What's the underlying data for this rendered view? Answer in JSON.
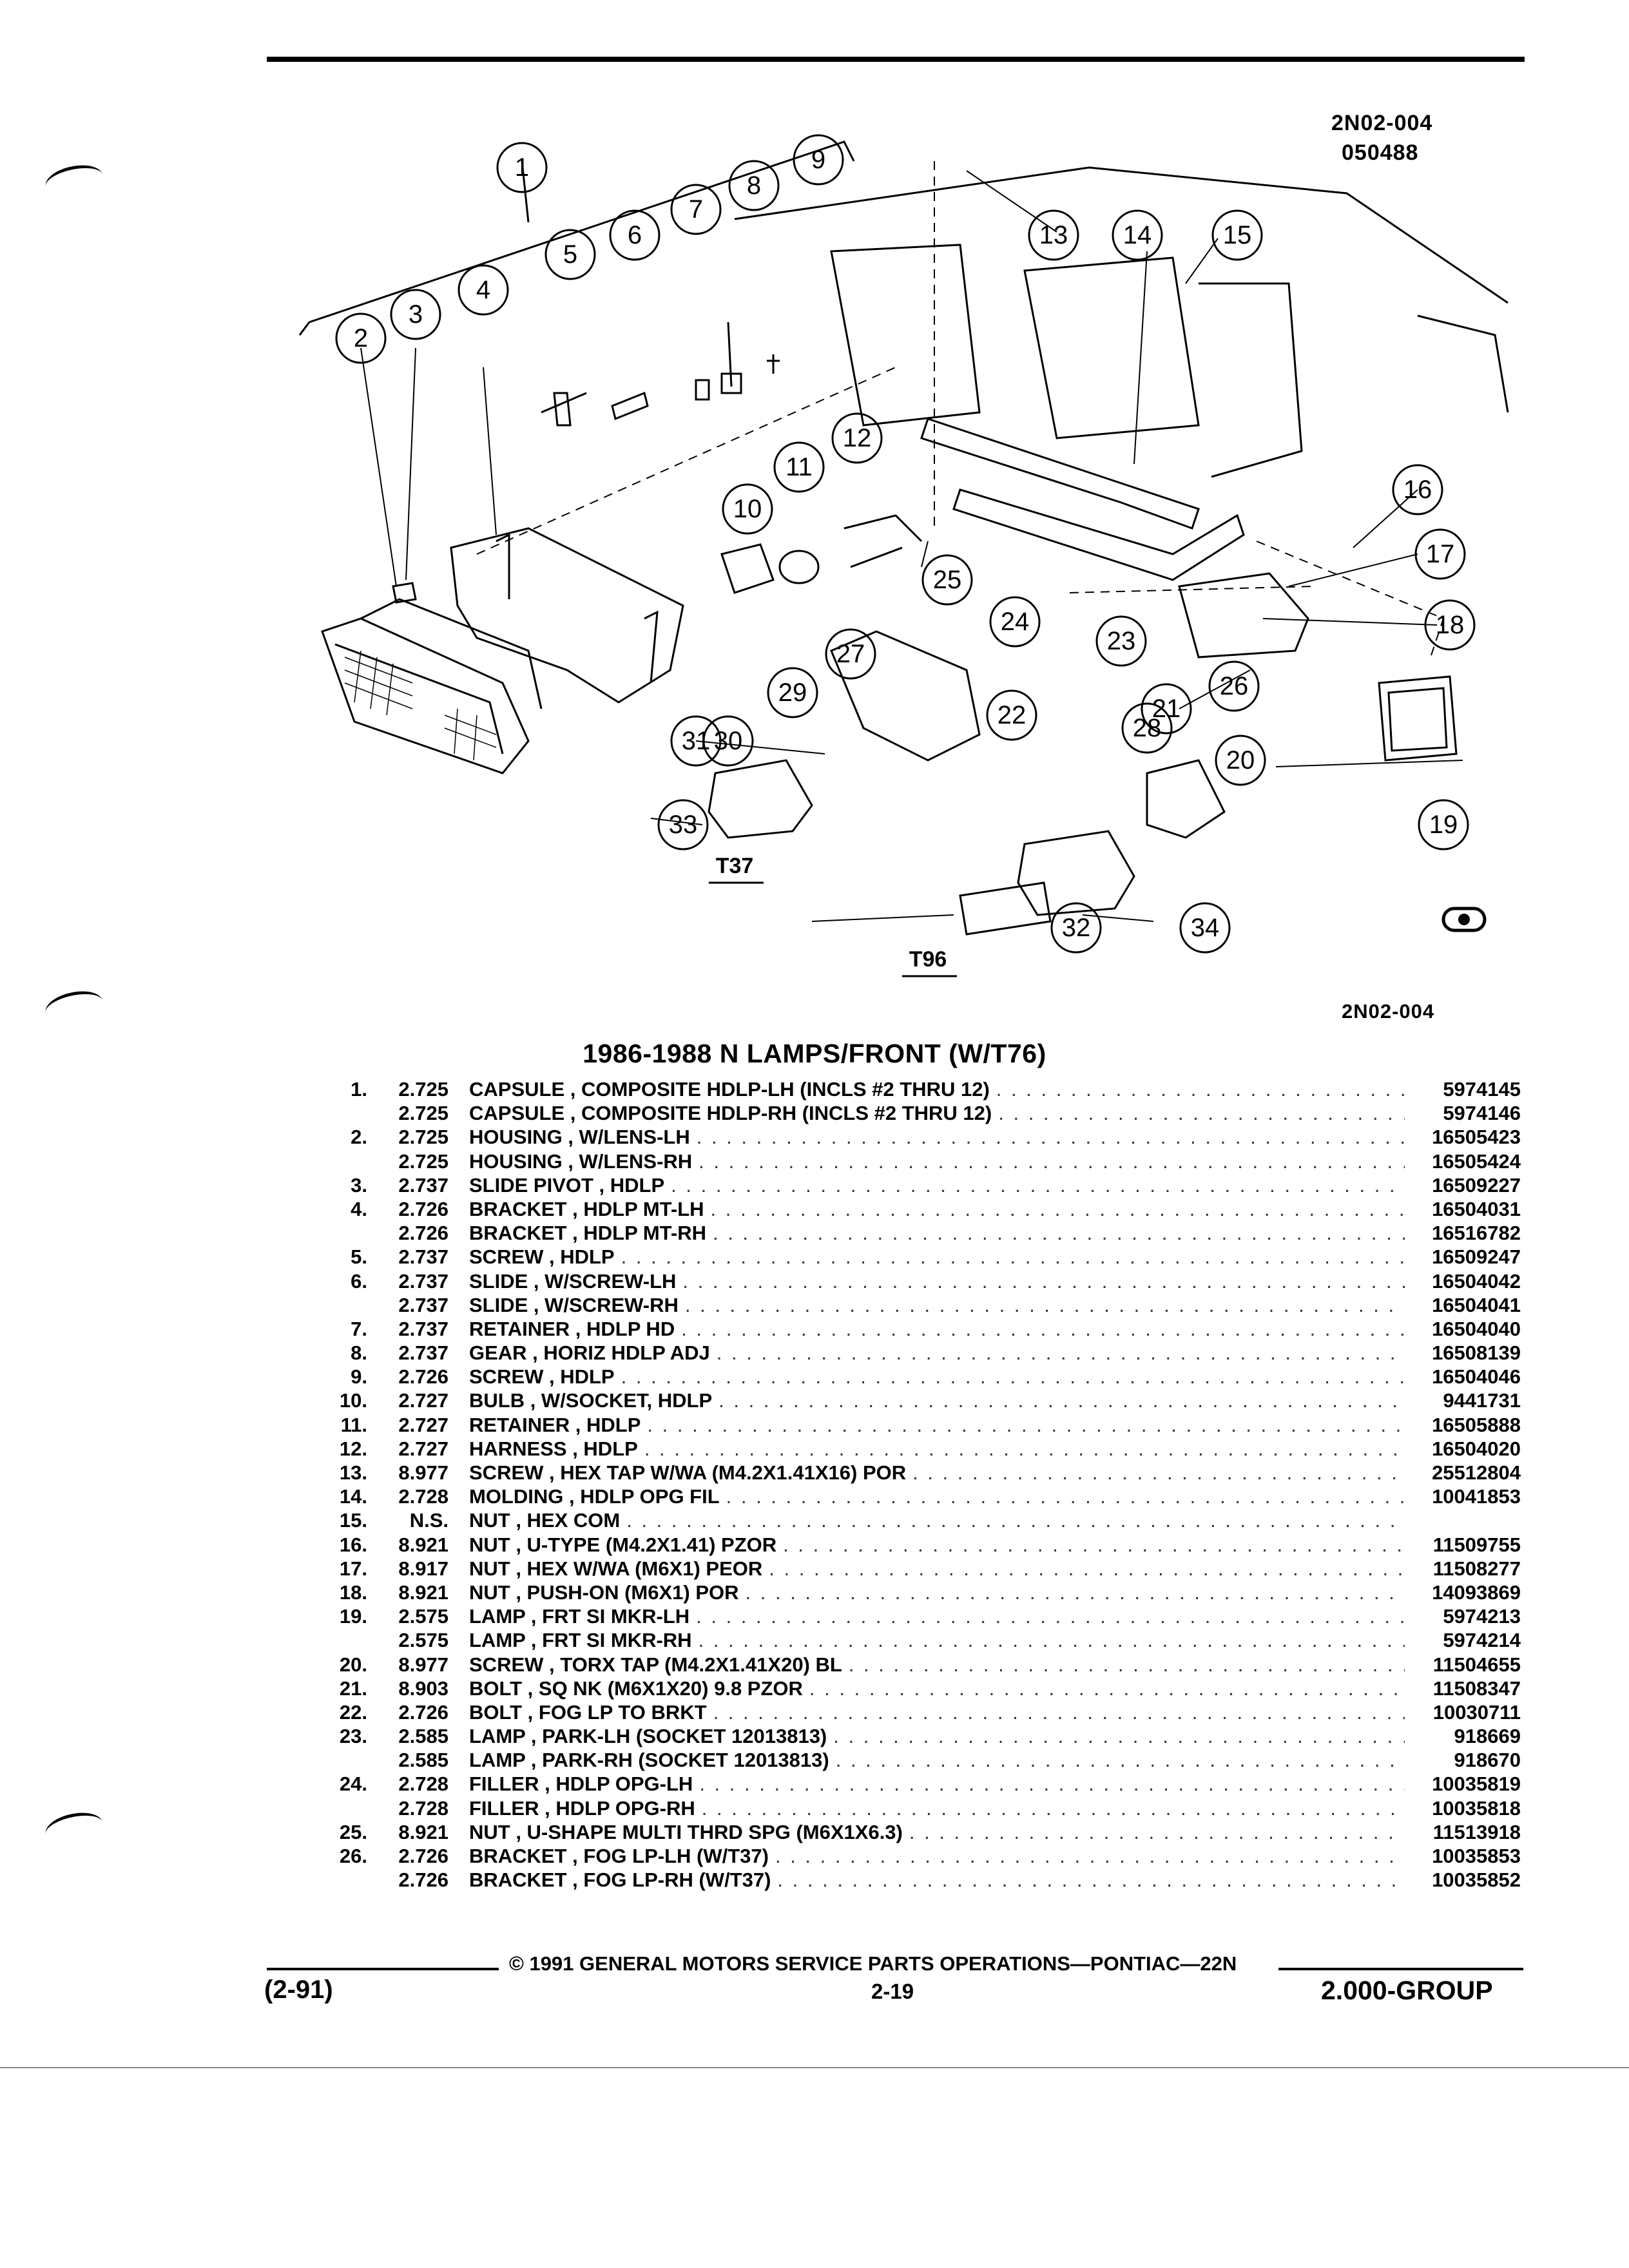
{
  "header": {
    "ref_code_top_1": "2N02-004",
    "ref_code_top_2": "050488",
    "ref_code_bottom": "2N02-004"
  },
  "diagram": {
    "callouts": [
      "1",
      "2",
      "3",
      "4",
      "5",
      "6",
      "7",
      "8",
      "9",
      "10",
      "11",
      "12",
      "13",
      "14",
      "15",
      "16",
      "17",
      "18",
      "19",
      "20",
      "21",
      "22",
      "23",
      "24",
      "25",
      "26",
      "27",
      "28",
      "29",
      "30",
      "31",
      "32",
      "33",
      "34"
    ],
    "option_labels": [
      "T37",
      "T96"
    ]
  },
  "section_title": "1986-1988 N LAMPS/FRONT (W/T76)",
  "parts": [
    {
      "num": "1.",
      "grp": "2.725",
      "desc": "CAPSULE , COMPOSITE HDLP-LH (INCLS #2 THRU 12)",
      "pn": "5974145"
    },
    {
      "num": "",
      "grp": "2.725",
      "desc": "CAPSULE , COMPOSITE HDLP-RH (INCLS #2 THRU 12)",
      "pn": "5974146"
    },
    {
      "num": "2.",
      "grp": "2.725",
      "desc": "HOUSING , W/LENS-LH",
      "pn": "16505423"
    },
    {
      "num": "",
      "grp": "2.725",
      "desc": "HOUSING , W/LENS-RH",
      "pn": "16505424"
    },
    {
      "num": "3.",
      "grp": "2.737",
      "desc": "SLIDE PIVOT , HDLP",
      "pn": "16509227"
    },
    {
      "num": "4.",
      "grp": "2.726",
      "desc": "BRACKET , HDLP MT-LH",
      "pn": "16504031"
    },
    {
      "num": "",
      "grp": "2.726",
      "desc": "BRACKET , HDLP MT-RH",
      "pn": "16516782"
    },
    {
      "num": "5.",
      "grp": "2.737",
      "desc": "SCREW , HDLP",
      "pn": "16509247"
    },
    {
      "num": "6.",
      "grp": "2.737",
      "desc": "SLIDE , W/SCREW-LH",
      "pn": "16504042"
    },
    {
      "num": "",
      "grp": "2.737",
      "desc": "SLIDE , W/SCREW-RH",
      "pn": "16504041"
    },
    {
      "num": "7.",
      "grp": "2.737",
      "desc": "RETAINER , HDLP HD",
      "pn": "16504040"
    },
    {
      "num": "8.",
      "grp": "2.737",
      "desc": "GEAR , HORIZ HDLP ADJ",
      "pn": "16508139"
    },
    {
      "num": "9.",
      "grp": "2.726",
      "desc": "SCREW , HDLP",
      "pn": "16504046"
    },
    {
      "num": "10.",
      "grp": "2.727",
      "desc": "BULB , W/SOCKET, HDLP",
      "pn": "9441731"
    },
    {
      "num": "11.",
      "grp": "2.727",
      "desc": "RETAINER , HDLP",
      "pn": "16505888"
    },
    {
      "num": "12.",
      "grp": "2.727",
      "desc": "HARNESS , HDLP",
      "pn": "16504020"
    },
    {
      "num": "13.",
      "grp": "8.977",
      "desc": "SCREW , HEX TAP W/WA (M4.2X1.41X16) POR",
      "pn": "25512804"
    },
    {
      "num": "14.",
      "grp": "2.728",
      "desc": "MOLDING , HDLP OPG FIL",
      "pn": "10041853"
    },
    {
      "num": "15.",
      "grp": "N.S.",
      "desc": "NUT , HEX COM",
      "pn": ""
    },
    {
      "num": "16.",
      "grp": "8.921",
      "desc": "NUT , U-TYPE (M4.2X1.41) PZOR",
      "pn": "11509755"
    },
    {
      "num": "17.",
      "grp": "8.917",
      "desc": "NUT , HEX W/WA (M6X1) PEOR",
      "pn": "11508277"
    },
    {
      "num": "18.",
      "grp": "8.921",
      "desc": "NUT , PUSH-ON (M6X1) POR",
      "pn": "14093869"
    },
    {
      "num": "19.",
      "grp": "2.575",
      "desc": "LAMP , FRT SI MKR-LH",
      "pn": "5974213"
    },
    {
      "num": "",
      "grp": "2.575",
      "desc": "LAMP , FRT SI MKR-RH",
      "pn": "5974214"
    },
    {
      "num": "20.",
      "grp": "8.977",
      "desc": "SCREW , TORX TAP (M4.2X1.41X20) BL",
      "pn": "11504655"
    },
    {
      "num": "21.",
      "grp": "8.903",
      "desc": "BOLT , SQ NK (M6X1X20) 9.8 PZOR",
      "pn": "11508347"
    },
    {
      "num": "22.",
      "grp": "2.726",
      "desc": "BOLT , FOG LP TO BRKT",
      "pn": "10030711"
    },
    {
      "num": "23.",
      "grp": "2.585",
      "desc": "LAMP , PARK-LH (SOCKET 12013813)",
      "pn": "918669"
    },
    {
      "num": "",
      "grp": "2.585",
      "desc": "LAMP , PARK-RH (SOCKET 12013813)",
      "pn": "918670"
    },
    {
      "num": "24.",
      "grp": "2.728",
      "desc": "FILLER , HDLP OPG-LH",
      "pn": "10035819"
    },
    {
      "num": "",
      "grp": "2.728",
      "desc": "FILLER , HDLP OPG-RH",
      "pn": "10035818"
    },
    {
      "num": "25.",
      "grp": "8.921",
      "desc": "NUT , U-SHAPE MULTI THRD SPG (M6X1X6.3)",
      "pn": "11513918"
    },
    {
      "num": "26.",
      "grp": "2.726",
      "desc": "BRACKET , FOG LP-LH (W/T37)",
      "pn": "10035853"
    },
    {
      "num": "",
      "grp": "2.726",
      "desc": "BRACKET , FOG LP-RH (W/T37)",
      "pn": "10035852"
    }
  ],
  "footer": {
    "copyright": "© 1991 GENERAL MOTORS SERVICE PARTS OPERATIONS—PONTIAC—22N",
    "date": "(2-91)",
    "page": "2-19",
    "group": "2.000-GROUP"
  }
}
